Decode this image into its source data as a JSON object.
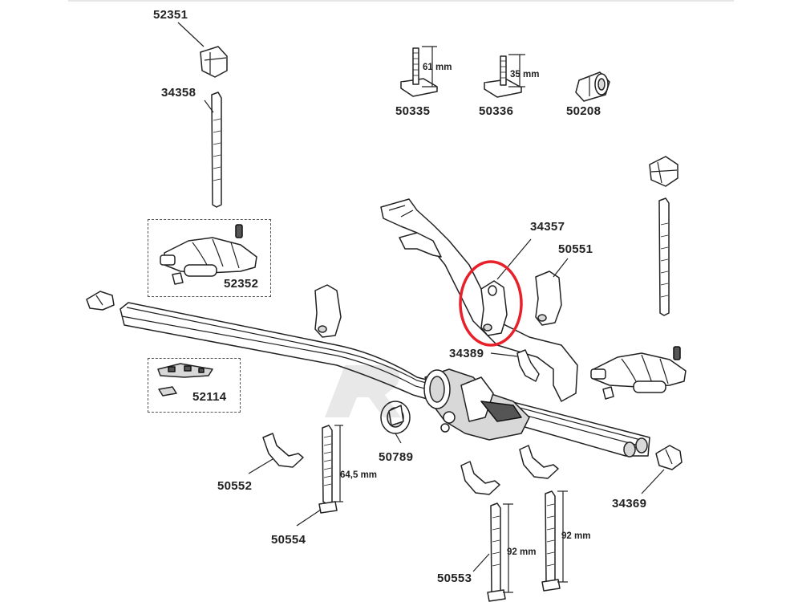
{
  "parts": {
    "p52351": "52351",
    "p34358": "34358",
    "p52352": "52352",
    "p52114": "52114",
    "p50335": "50335",
    "p50336": "50336",
    "p50208": "50208",
    "p34357": "34357",
    "p50551": "50551",
    "p34389": "34389",
    "p50789": "50789",
    "p50552": "50552",
    "p50554": "50554",
    "p50553": "50553",
    "p34369": "34369"
  },
  "dimensions": {
    "d61": "61 mm",
    "d35": "35 mm",
    "d645": "64,5 mm",
    "d92a": "92 mm",
    "d92b": "92 mm"
  },
  "colors": {
    "highlight": "#e8202a",
    "lines": "#222222"
  }
}
